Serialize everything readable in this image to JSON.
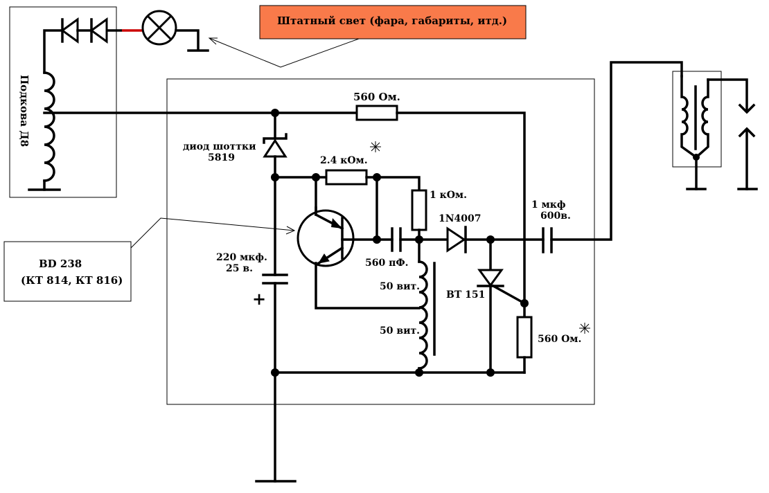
{
  "callouts": {
    "stock_light": "Штатный свет (фара, габариты, итд.)",
    "transistor_line1": "BD 238",
    "transistor_line2": "(КТ 814, КТ 816)"
  },
  "components": {
    "horseshoe_coil": "Подкова Д8",
    "r_top": "560 Ом.",
    "schottky_line1": "диод шоттки",
    "schottky_line2": "5819",
    "r_base": "2.4 кОм.",
    "r_1k": "1 кОм.",
    "diode_1n4007": "1N4007",
    "cap_out_line1": "1 мкф",
    "cap_out_line2": "600в.",
    "cap_main_line1": "220 мкф.",
    "cap_main_line2": "25 в.",
    "cap_main_polarity": "+",
    "cap_560pf": "560 пФ.",
    "coil_upper": "50 вит.",
    "coil_lower": "50 вит.",
    "thyristor": "BT 151",
    "r_gate": "560 Ом."
  },
  "colors": {
    "callout_bg": "#f97a4a",
    "wire": "#000000",
    "highlight_red": "#cc0000"
  }
}
